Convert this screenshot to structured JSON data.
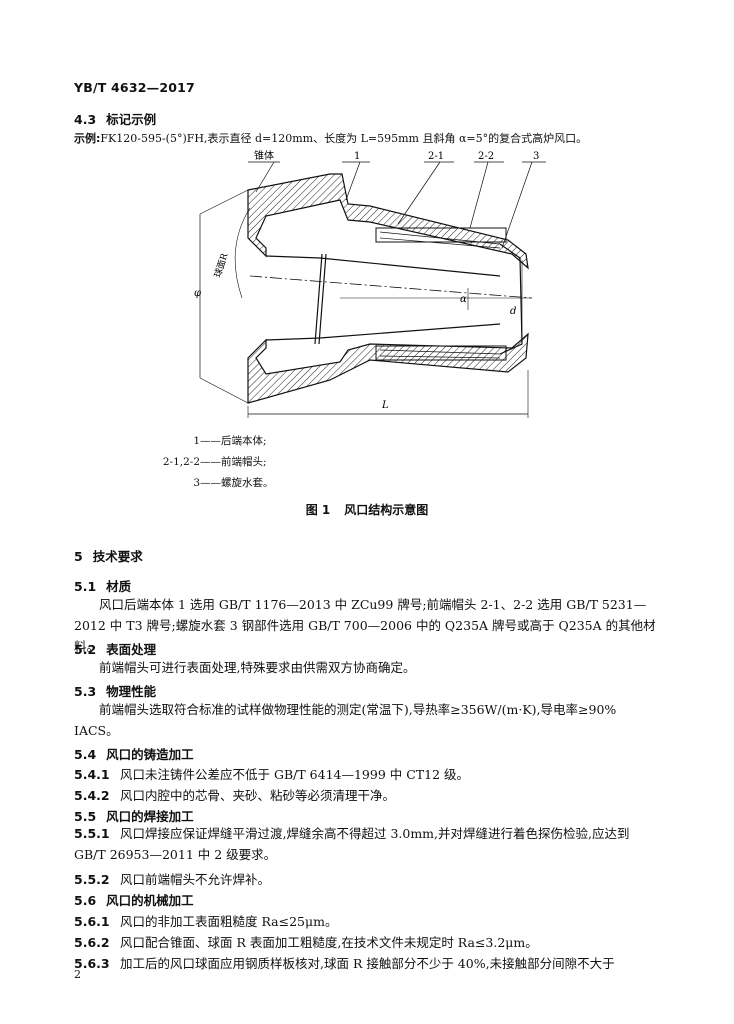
{
  "header": {
    "doc_code": "YB/T 4632—2017"
  },
  "s43": {
    "num": "4.3",
    "title": "标记示例"
  },
  "example": {
    "label": "示例:",
    "text": "FK120-595-(5°)FH,表示直径 d=120mm、长度为 L=595mm 且斜角 α=5°的复合式高炉风口。"
  },
  "figure": {
    "labels": {
      "taper": "锥体",
      "p1": "1",
      "p21": "2-1",
      "p22": "2-2",
      "p3": "3",
      "sphere": "球面R",
      "phi": "φ",
      "alpha": "α",
      "d": "d",
      "L": "L"
    },
    "legend": [
      {
        "key": "1",
        "dash": "——",
        "value": "后端本体;"
      },
      {
        "key": "2-1,2-2",
        "dash": "——",
        "value": "前端帽头;"
      },
      {
        "key": "3",
        "dash": "——",
        "value": "螺旋水套。"
      }
    ],
    "caption_num": "图 1",
    "caption_title": "风口结构示意图"
  },
  "s5": {
    "num": "5",
    "title": "技术要求"
  },
  "s51": {
    "num": "5.1",
    "title": "材质",
    "text": "风口后端本体 1 选用 GB/T 1176—2013 中 ZCu99 牌号;前端帽头 2-1、2-2 选用 GB/T 5231—2012 中 T3 牌号;螺旋水套 3 钢部件选用 GB/T 700—2006 中的 Q235A 牌号或高于 Q235A 的其他材料。"
  },
  "s52": {
    "num": "5.2",
    "title": "表面处理",
    "text": "前端帽头可进行表面处理,特殊要求由供需双方协商确定。"
  },
  "s53": {
    "num": "5.3",
    "title": "物理性能",
    "text": "前端帽头选取符合标准的试样做物理性能的测定(常温下),导热率≥356W/(m·K),导电率≥90% IACS。"
  },
  "s54": {
    "num": "5.4",
    "title": "风口的铸造加工"
  },
  "s541": {
    "num": "5.4.1",
    "text": "风口未注铸件公差应不低于 GB/T 6414—1999 中 CT12 级。"
  },
  "s542": {
    "num": "5.4.2",
    "text": "风口内腔中的芯骨、夹砂、粘砂等必须清理干净。"
  },
  "s55": {
    "num": "5.5",
    "title": "风口的焊接加工"
  },
  "s551": {
    "num": "5.5.1",
    "text": "风口焊接应保证焊缝平滑过渡,焊缝余高不得超过 3.0mm,并对焊缝进行着色探伤检验,应达到 GB/T 26953—2011 中 2 级要求。"
  },
  "s552": {
    "num": "5.5.2",
    "text": "风口前端帽头不允许焊补。"
  },
  "s56": {
    "num": "5.6",
    "title": "风口的机械加工"
  },
  "s561": {
    "num": "5.6.1",
    "text": "风口的非加工表面粗糙度 Ra≤25μm。"
  },
  "s562": {
    "num": "5.6.2",
    "text": "风口配合锥面、球面 R 表面加工粗糙度,在技术文件未规定时 Ra≤3.2μm。"
  },
  "s563": {
    "num": "5.6.3",
    "text": "加工后的风口球面应用钢质样板核对,球面 R 接触部分不少于 40%,未接触部分间隙不大于"
  },
  "page_number": "2"
}
